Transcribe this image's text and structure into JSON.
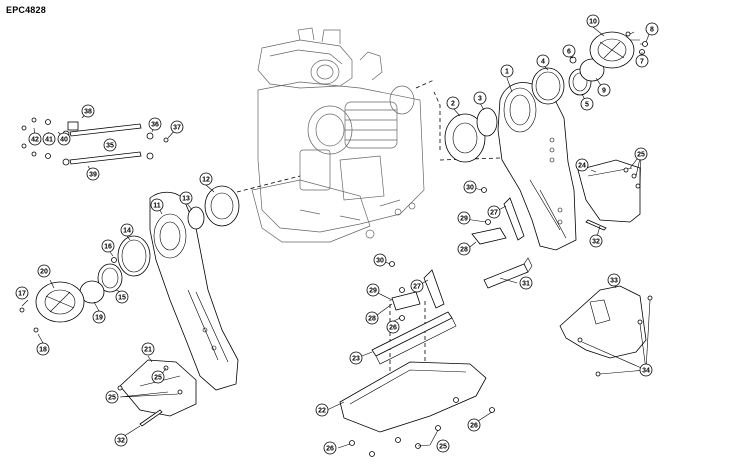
{
  "doc_id": "EPC4828",
  "callouts": [
    {
      "label": "1"
    },
    {
      "label": "2"
    },
    {
      "label": "3"
    },
    {
      "label": "4"
    },
    {
      "label": "5"
    },
    {
      "label": "6"
    },
    {
      "label": "7"
    },
    {
      "label": "8"
    },
    {
      "label": "9"
    },
    {
      "label": "10"
    },
    {
      "label": "11"
    },
    {
      "label": "12"
    },
    {
      "label": "13"
    },
    {
      "label": "14"
    },
    {
      "label": "15"
    },
    {
      "label": "16"
    },
    {
      "label": "17"
    },
    {
      "label": "18"
    },
    {
      "label": "19"
    },
    {
      "label": "20"
    },
    {
      "label": "21"
    },
    {
      "label": "22"
    },
    {
      "label": "23"
    },
    {
      "label": "24"
    },
    {
      "label": "25"
    },
    {
      "label": "25"
    },
    {
      "label": "25"
    },
    {
      "label": "25"
    },
    {
      "label": "26"
    },
    {
      "label": "26"
    },
    {
      "label": "26"
    },
    {
      "label": "27"
    },
    {
      "label": "27"
    },
    {
      "label": "28"
    },
    {
      "label": "28"
    },
    {
      "label": "29"
    },
    {
      "label": "29"
    },
    {
      "label": "30"
    },
    {
      "label": "30"
    },
    {
      "label": "31"
    },
    {
      "label": "32"
    },
    {
      "label": "32"
    },
    {
      "label": "33"
    },
    {
      "label": "34"
    },
    {
      "label": "35"
    },
    {
      "label": "36"
    },
    {
      "label": "37"
    },
    {
      "label": "38"
    },
    {
      "label": "39"
    },
    {
      "label": "40"
    },
    {
      "label": "41"
    },
    {
      "label": "42"
    }
  ]
}
